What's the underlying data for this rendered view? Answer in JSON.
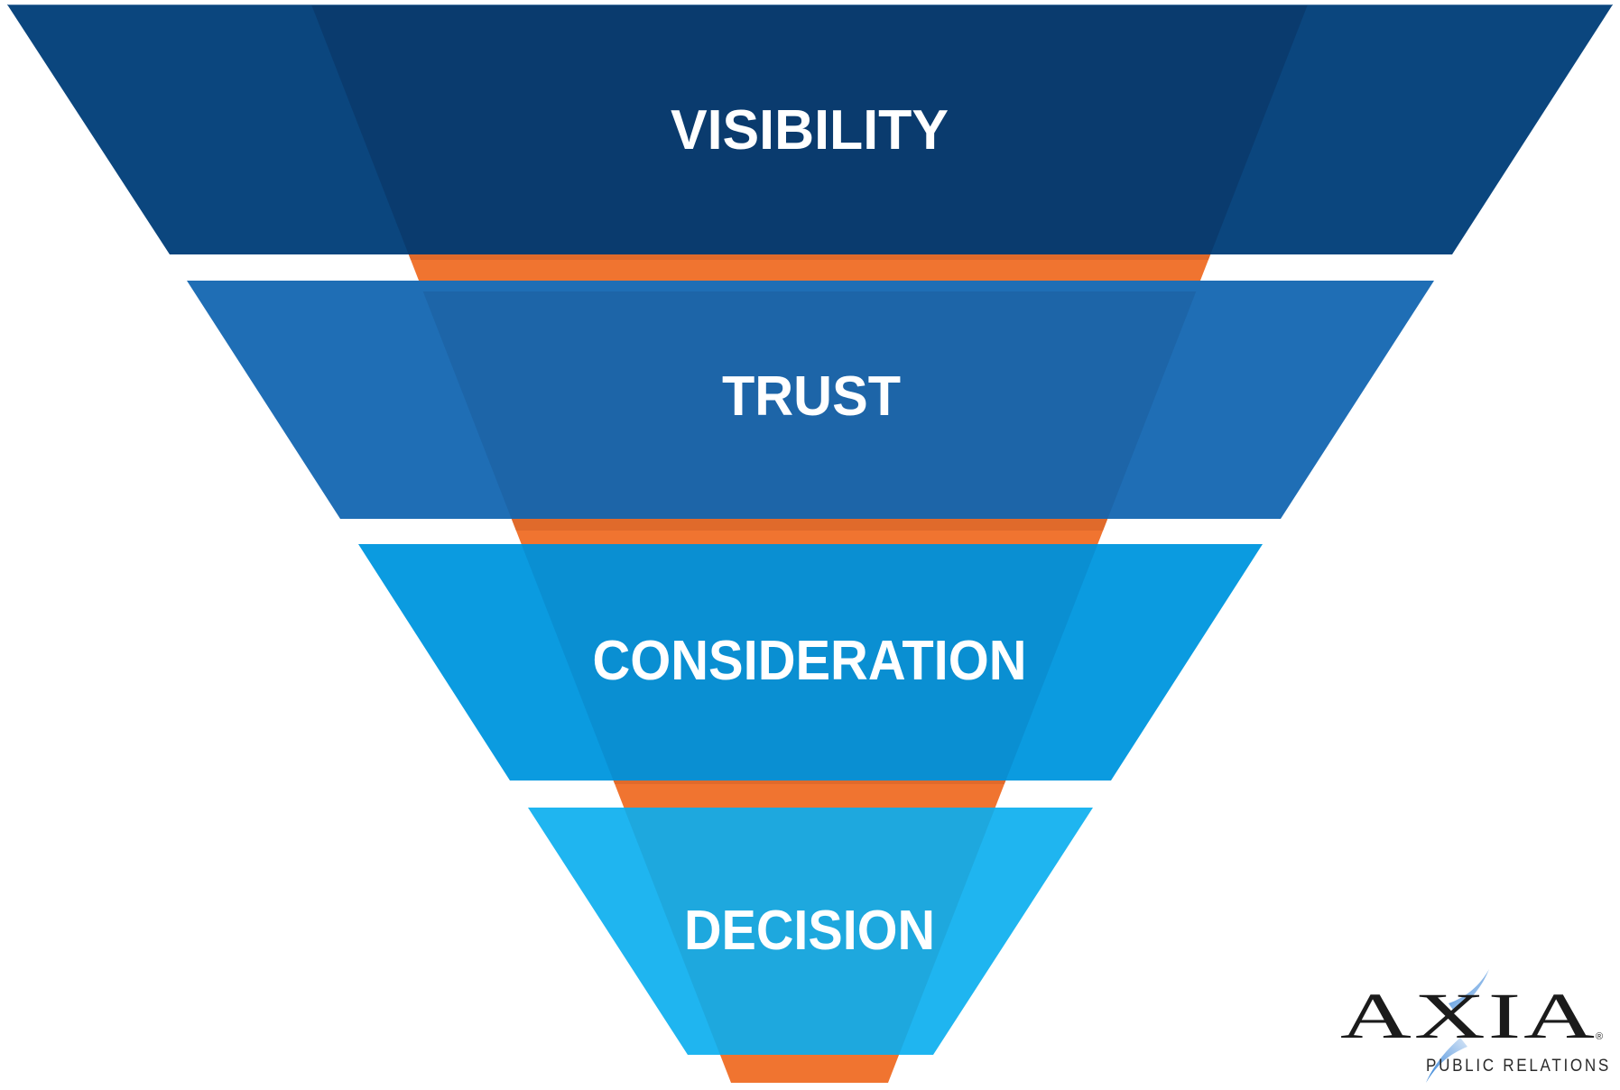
{
  "diagram": {
    "type": "funnel",
    "stages": [
      {
        "label": "VISIBILITY",
        "color": "#0b467e",
        "inner_color": "#0a3b6e"
      },
      {
        "label": "TRUST",
        "color": "#1f6eb5",
        "inner_color": "#1d65a8"
      },
      {
        "label": "CONSIDERATION",
        "color": "#0b9be0",
        "inner_color": "#0a8fd2"
      },
      {
        "label": "DECISION",
        "color": "#1fb5f0",
        "inner_color": "#1ea8de"
      }
    ],
    "connector_color": "#f07430",
    "connector_shadow_color": "#e06a2b"
  },
  "logo": {
    "name": "AXIA",
    "registered_mark": "®",
    "tagline": "PUBLIC RELATIONS",
    "accent_color": "#3a7fd0"
  }
}
